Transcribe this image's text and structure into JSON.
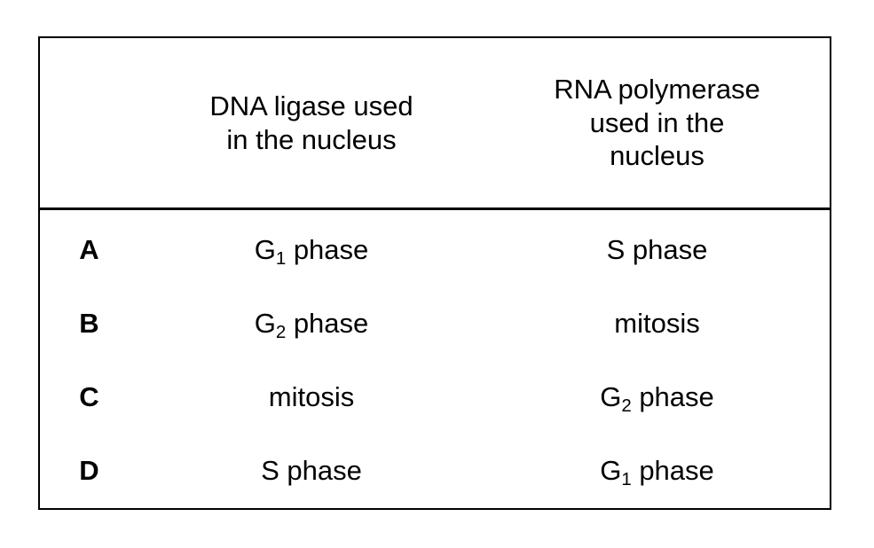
{
  "table": {
    "headers": {
      "letter_column": "",
      "column_1": "DNA ligase used in the nucleus",
      "column_1_line_1": "DNA ligase used",
      "column_1_line_2": "in the nucleus",
      "column_2": "RNA polymerase used in the nucleus",
      "column_2_line_1": "RNA polymerase",
      "column_2_line_2": "used in the",
      "column_2_line_3": "nucleus"
    },
    "rows": [
      {
        "letter": "A",
        "col1_base": "G",
        "col1_sub": "1",
        "col1_rest": " phase",
        "col2_base": "S phase",
        "col2_sub": "",
        "col2_rest": ""
      },
      {
        "letter": "B",
        "col1_base": "G",
        "col1_sub": "2",
        "col1_rest": " phase",
        "col2_base": "mitosis",
        "col2_sub": "",
        "col2_rest": ""
      },
      {
        "letter": "C",
        "col1_base": "mitosis",
        "col1_sub": "",
        "col1_rest": "",
        "col2_base": "G",
        "col2_sub": "2",
        "col2_rest": " phase"
      },
      {
        "letter": "D",
        "col1_base": "S phase",
        "col1_sub": "",
        "col1_rest": "",
        "col2_base": "G",
        "col2_sub": "1",
        "col2_rest": " phase"
      }
    ]
  },
  "colors": {
    "background": "#ffffff",
    "text": "#000000",
    "border": "#000000"
  }
}
